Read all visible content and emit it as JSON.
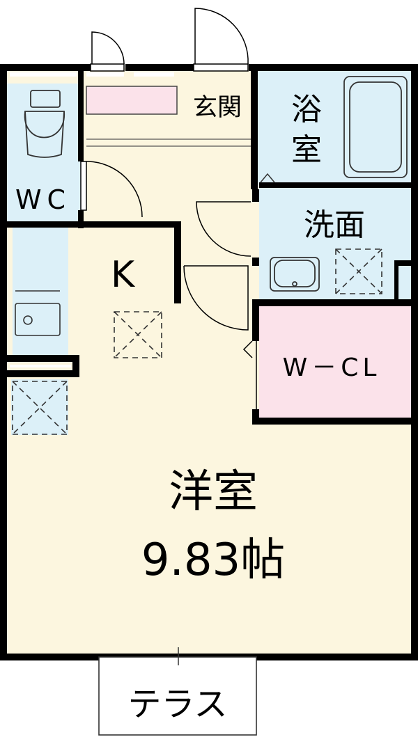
{
  "colors": {
    "cream": "#fcf6df",
    "blue": "#dcf0f8",
    "pink": "#fbe2ea",
    "wall": "#000000",
    "white": "#ffffff",
    "fixture": "#333333"
  },
  "rooms": {
    "genkan": "玄関",
    "bath_1": "浴",
    "bath_2": "室",
    "wc": "WC",
    "senmen": "洗面",
    "kitchen": "K",
    "wcl": "W－CL",
    "yoshitsu": "洋室",
    "yoshitsu_size": "9.83帖",
    "terrace": "テラス"
  }
}
